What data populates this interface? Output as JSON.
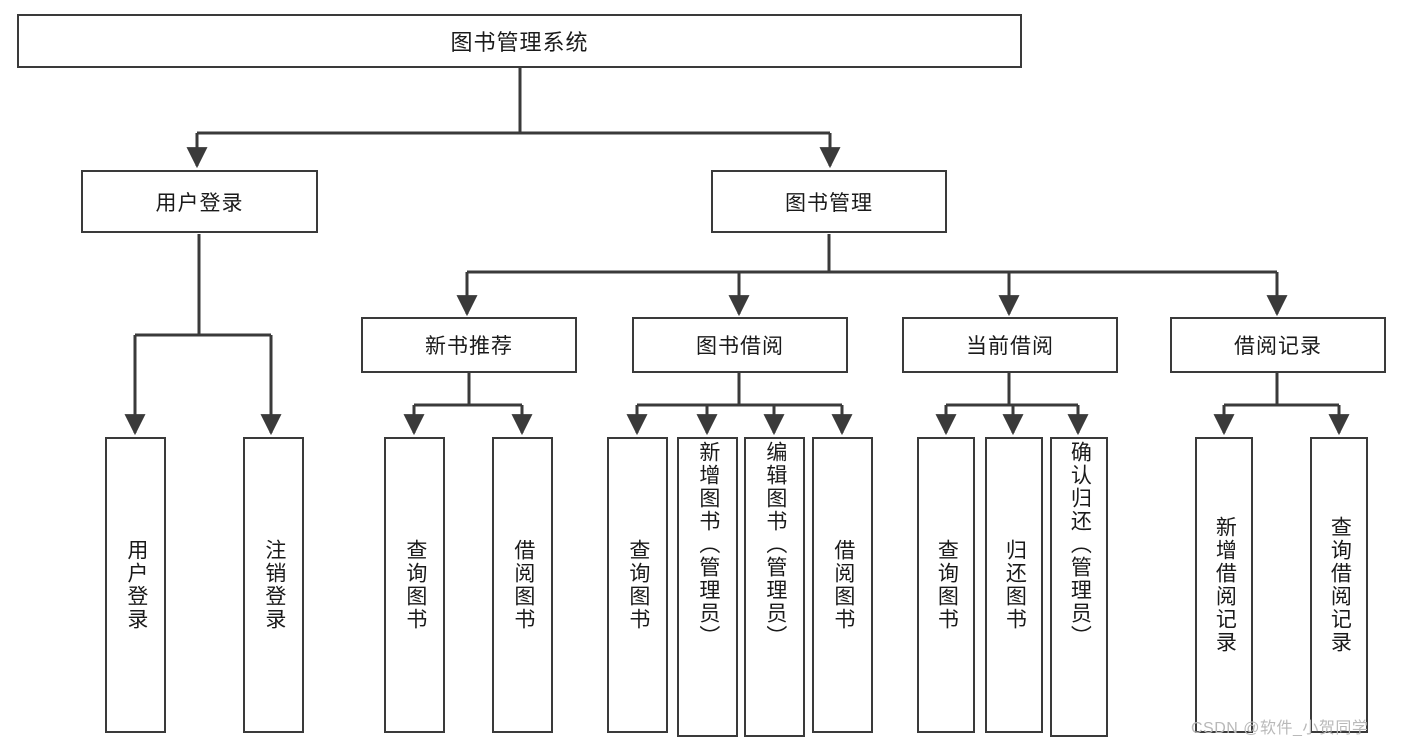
{
  "diagram": {
    "type": "tree-hierarchy-diagram",
    "title": "图书管理系统",
    "colors": {
      "background": "#ffffff",
      "node_border": "#3a3a3a",
      "node_fill": "#ffffff",
      "edge": "#3a3a3a",
      "text": "#1a1a1a",
      "watermark": "#b9b9b9"
    },
    "root": {
      "label": "图书管理系统"
    },
    "level2": [
      {
        "label": "用户登录"
      },
      {
        "label": "图书管理"
      }
    ],
    "level3": [
      {
        "label": "新书推荐"
      },
      {
        "label": "图书借阅"
      },
      {
        "label": "当前借阅"
      },
      {
        "label": "借阅记录"
      }
    ],
    "leaves": {
      "user_login": [
        {
          "label": "用户登录"
        },
        {
          "label": "注销登录"
        }
      ],
      "new_book_recommend": [
        {
          "label": "查询图书"
        },
        {
          "label": "借阅图书"
        }
      ],
      "book_borrow": [
        {
          "label": "查询图书"
        },
        {
          "label": "新增图书（管理员）"
        },
        {
          "label": "编辑图书（管理员）"
        },
        {
          "label": "借阅图书"
        }
      ],
      "current_borrow": [
        {
          "label": "查询图书"
        },
        {
          "label": "归还图书"
        },
        {
          "label": "确认归还（管理员）"
        }
      ],
      "borrow_record": [
        {
          "label": "新增借阅记录"
        },
        {
          "label": "查询借阅记录"
        }
      ]
    },
    "watermark": "CSDN @软件_小贺同学"
  }
}
